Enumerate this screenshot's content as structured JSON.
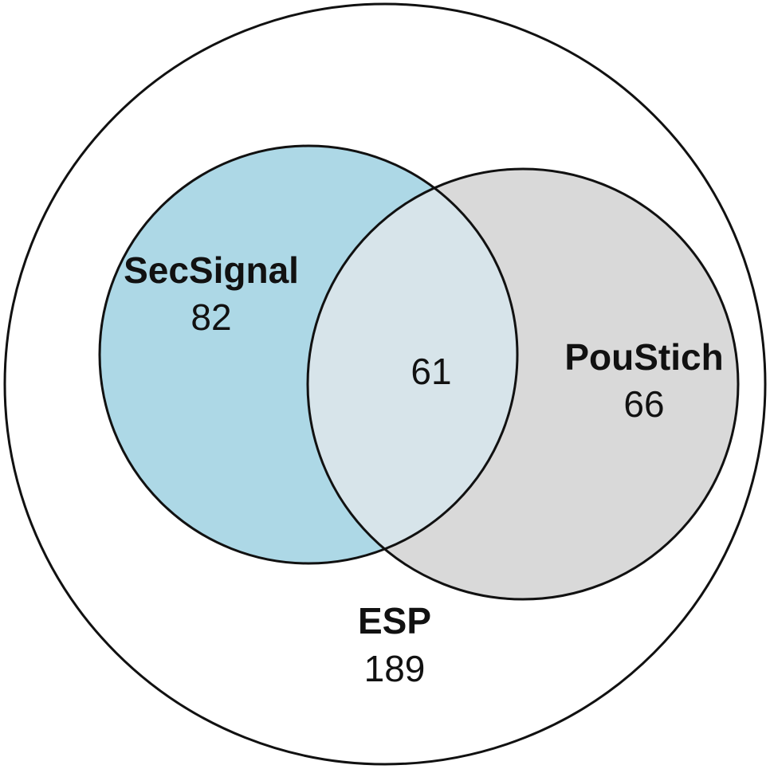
{
  "diagram": {
    "type": "venn",
    "colors": {
      "background": "#ffffff",
      "outline": "#111111",
      "secsignal_fill": "#add8e6",
      "poustich_fill": "#d9d9d9",
      "overlap_fill": "#d7e4ea"
    },
    "sets": {
      "esp": {
        "label": "ESP",
        "count": "189"
      },
      "secsignal": {
        "label": "SecSignal",
        "count": "82"
      },
      "poustich": {
        "label": "PouStich",
        "count": "66"
      }
    },
    "intersection": {
      "count": "61"
    }
  }
}
